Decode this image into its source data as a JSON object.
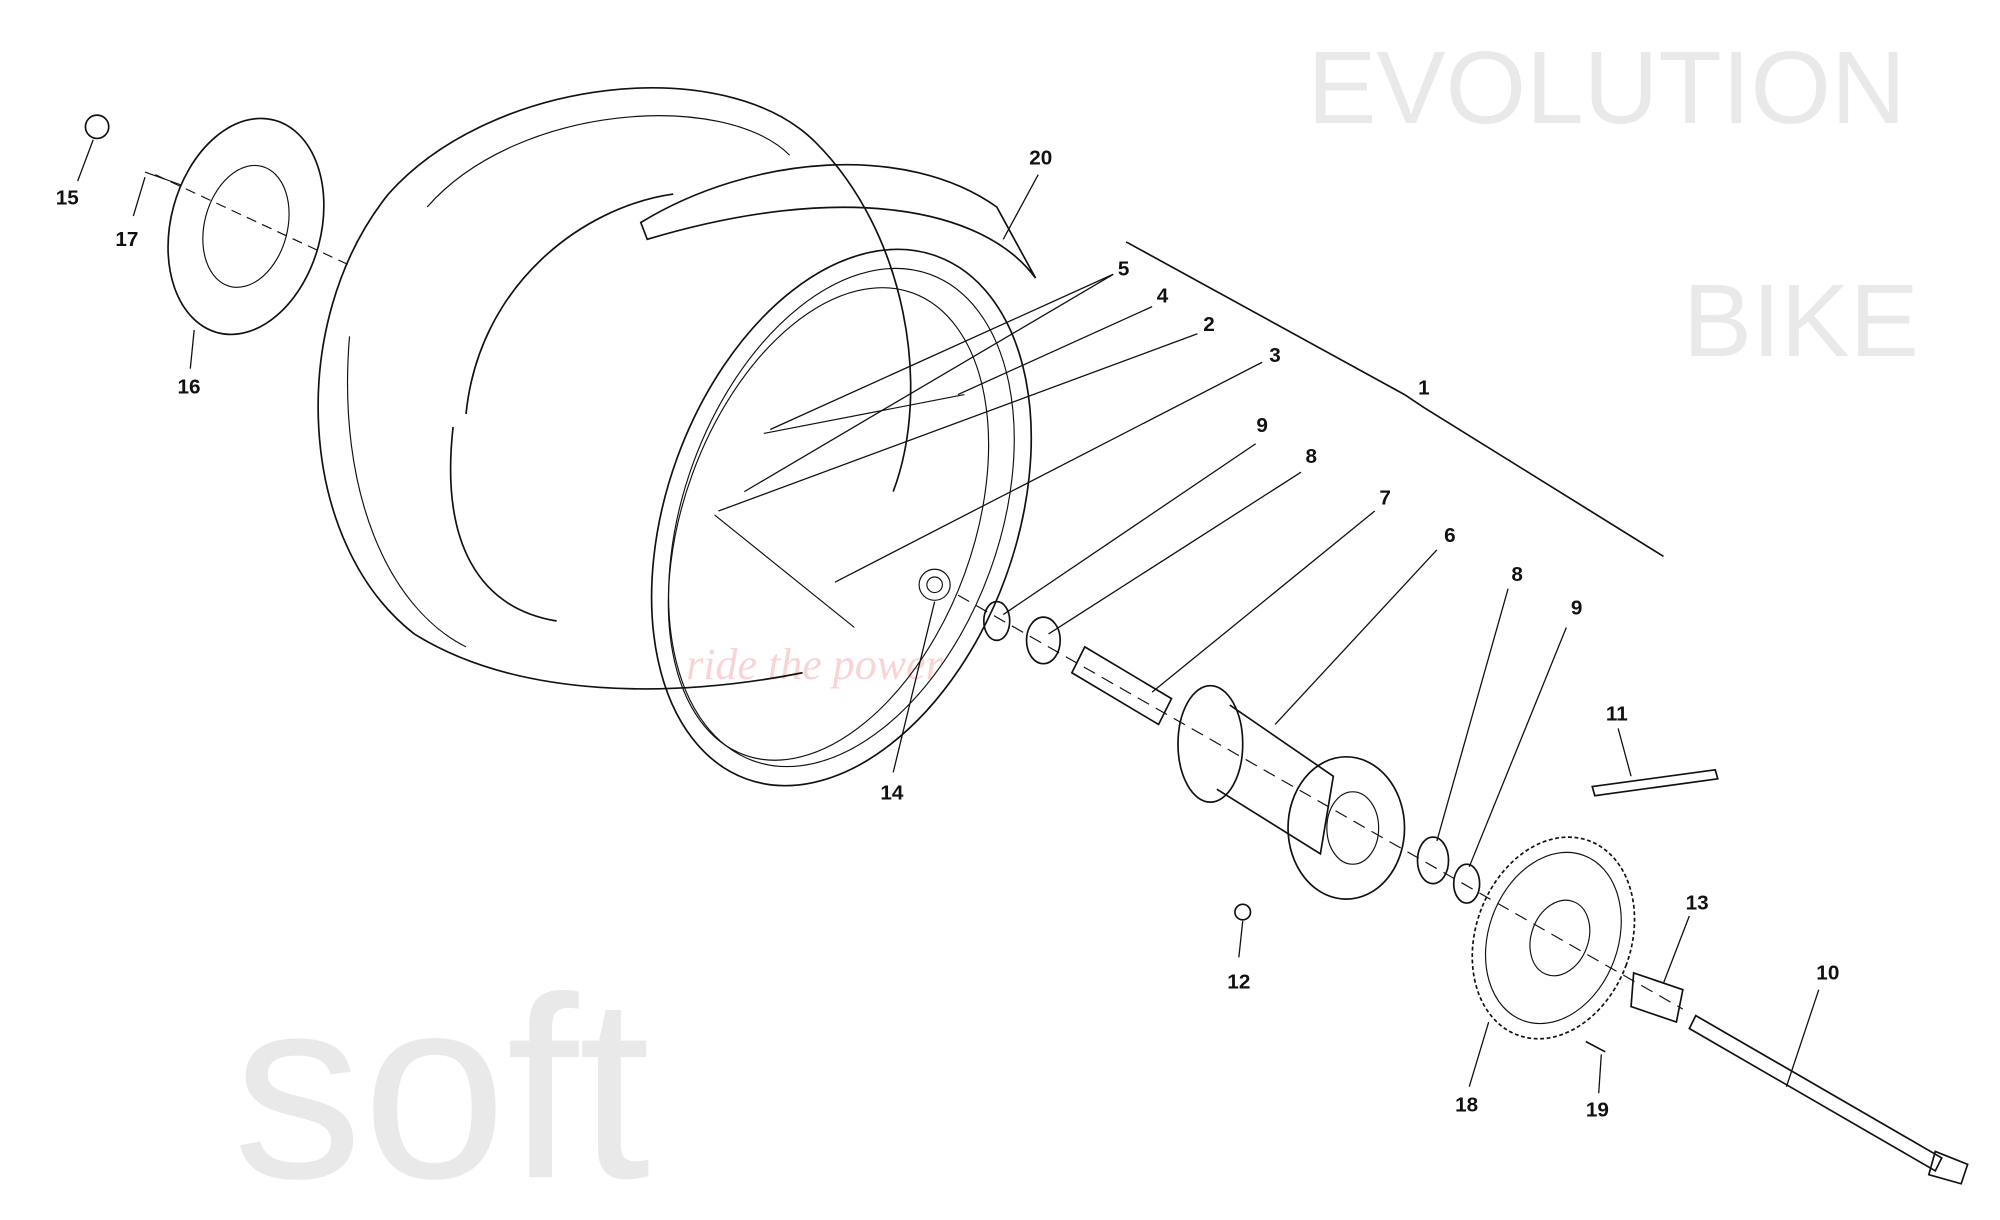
{
  "diagram": {
    "watermark": {
      "brand": "EVOLUTION BIKE",
      "soft": "soft",
      "tagline": "ride the power"
    },
    "callouts": [
      {
        "id": "15"
      },
      {
        "id": "17"
      },
      {
        "id": "16"
      },
      {
        "id": "20"
      },
      {
        "id": "5"
      },
      {
        "id": "4"
      },
      {
        "id": "2"
      },
      {
        "id": "3"
      },
      {
        "id": "1"
      },
      {
        "id": "9"
      },
      {
        "id": "8"
      },
      {
        "id": "7"
      },
      {
        "id": "6"
      },
      {
        "id": "8b",
        "label": "8"
      },
      {
        "id": "9b",
        "label": "9"
      },
      {
        "id": "11"
      },
      {
        "id": "14"
      },
      {
        "id": "12"
      },
      {
        "id": "13"
      },
      {
        "id": "10"
      },
      {
        "id": "18"
      },
      {
        "id": "19"
      }
    ]
  }
}
